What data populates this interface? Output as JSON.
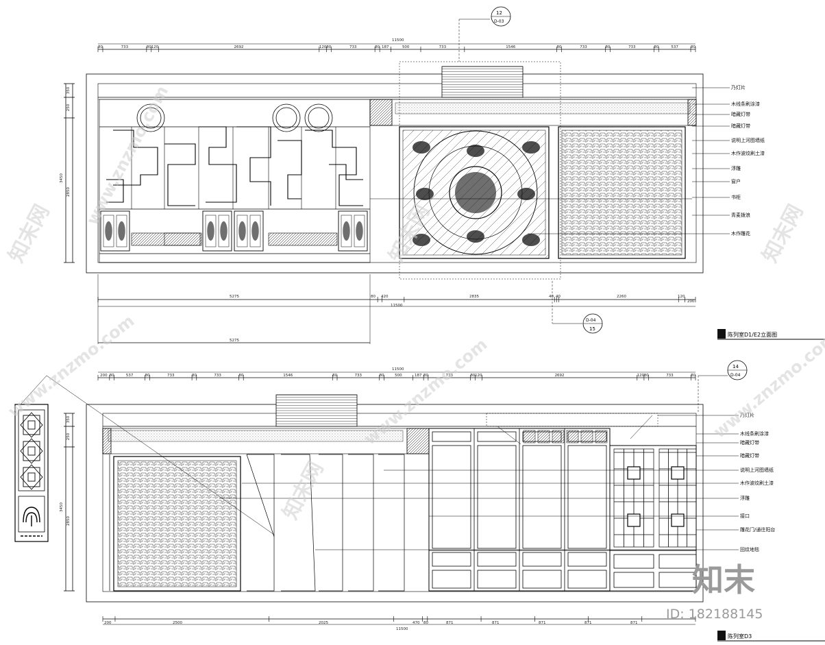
{
  "top_elevation": {
    "title": "陈列室D1/E2立面图",
    "overall_dim": "11500",
    "top_dims": [
      "80",
      "733",
      "80",
      "120",
      "2692",
      "120",
      "80",
      "733",
      "80",
      "187",
      "500",
      "733",
      "1546",
      "80",
      "733",
      "80",
      "733",
      "80",
      "537",
      "80"
    ],
    "side_dims": [
      "350",
      "250",
      "2850",
      "3450"
    ],
    "bottom_dims": [
      "5275",
      "80",
      "420",
      "2835",
      "40",
      "40",
      "2260",
      "120",
      "200"
    ],
    "bottom_total": "11500",
    "bottom_dim_lower": "5275",
    "callout_top": {
      "num": "12",
      "ref": "D-03"
    },
    "callout_bottom": {
      "num": "15",
      "ref": "D-04"
    },
    "notes": [
      "乃灯片",
      "木线条刷涂漆",
      "暗藏灯带",
      "暗藏灯带",
      "说明上河图墙纸",
      "木作波纹刷土漆",
      "浮雕",
      "窗户",
      "书柜",
      "青麦拨浪",
      "木作雕花"
    ]
  },
  "bottom_elevation": {
    "title": "陈列室D3",
    "overall_dim": "11500",
    "top_dims": [
      "200",
      "80",
      "537",
      "80",
      "733",
      "80",
      "733",
      "80",
      "1546",
      "80",
      "733",
      "80",
      "500",
      "187",
      "80",
      "733",
      "80",
      "120",
      "2692",
      "120",
      "80",
      "733",
      "80"
    ],
    "side_dims": [
      "350",
      "250",
      "2850",
      "3450"
    ],
    "bottom_dims": [
      "200",
      "2500",
      "2025",
      "470",
      "80",
      "871",
      "871",
      "871",
      "871",
      "871"
    ],
    "bottom_total": "11500",
    "callout": {
      "num": "14",
      "ref": "D-04"
    },
    "notes": [
      "乃灯片",
      "木线条刷涂漆",
      "暗藏灯带",
      "暗藏灯带",
      "说明上河图墙纸",
      "木作波纹刷土漆",
      "浮雕",
      "接口",
      "雕花门/通往阳台",
      "回纹地毯"
    ]
  },
  "watermarks": {
    "cn": "知末网",
    "url": "www.znzmo.com",
    "brand": "知末",
    "id": "ID: 182188145"
  }
}
